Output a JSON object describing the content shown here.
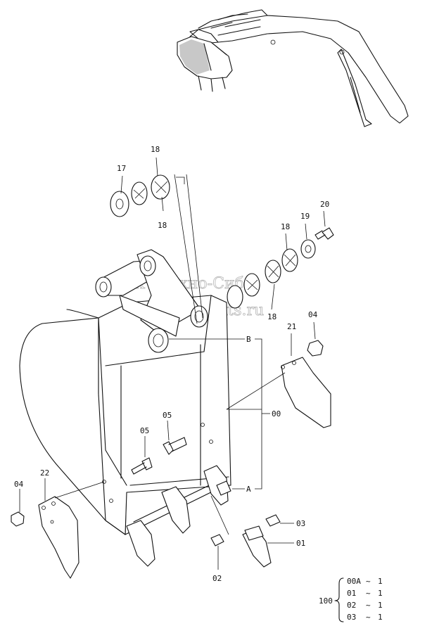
{
  "watermark": {
    "line1": "ПК «Техно-Сиб»",
    "line2": "www.tspkts.ru"
  },
  "callouts": {
    "c17": "17",
    "c18a": "18",
    "c18b": "18",
    "c18c": "18",
    "c18d": "18",
    "c19": "19",
    "c20": "20",
    "c04a": "04",
    "c21": "21",
    "cB": "B",
    "cA": "A",
    "c00": "00",
    "c05a": "05",
    "c05b": "05",
    "c22": "22",
    "c04b": "04",
    "c03": "03",
    "c01": "01",
    "c02": "02"
  },
  "assembly": {
    "number": "100",
    "rows": [
      {
        "part": "00A",
        "sep": "~",
        "qty": "1"
      },
      {
        "part": "01",
        "sep": "~",
        "qty": "1"
      },
      {
        "part": "02",
        "sep": "~",
        "qty": "1"
      },
      {
        "part": "03",
        "sep": "~",
        "qty": "1"
      }
    ]
  }
}
